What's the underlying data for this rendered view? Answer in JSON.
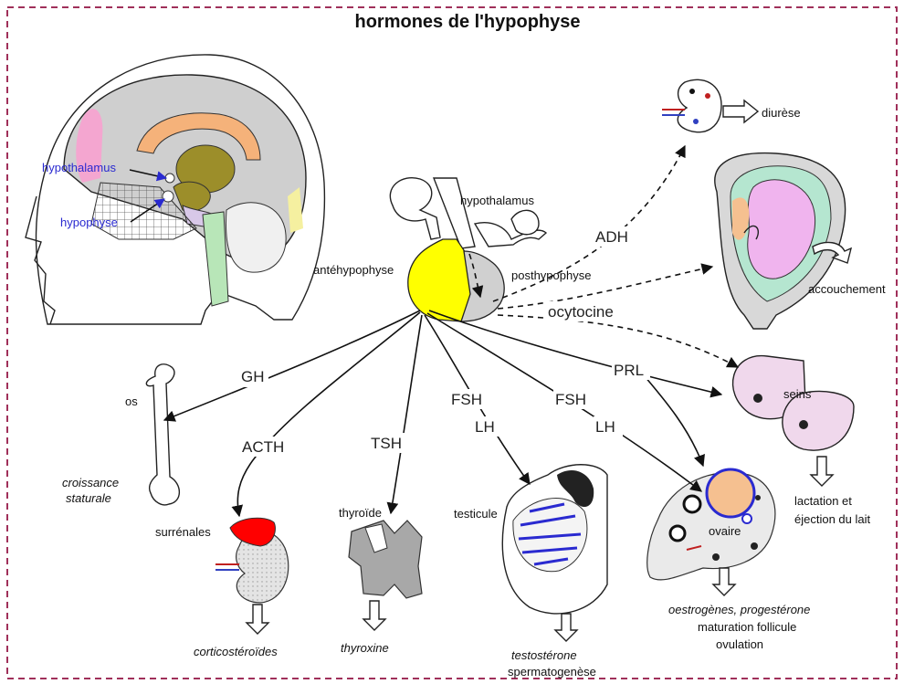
{
  "title": "hormones de l'hypophyse",
  "brain": {
    "hypothalamus": "hypothalamus",
    "hypophyse": "hypophyse"
  },
  "gland": {
    "hypothalamus": "hypothalamus",
    "antehypophyse": "antéhypophyse",
    "posthypophyse": "posthypophyse"
  },
  "hormones": {
    "adh": "ADH",
    "ocytocine": "ocytocine",
    "gh": "GH",
    "acth": "ACTH",
    "tsh": "TSH",
    "fsh1": "FSH",
    "lh1": "LH",
    "fsh2": "FSH",
    "lh2": "LH",
    "prl": "PRL"
  },
  "targets": {
    "diurese": "diurèse",
    "accouchement": "accouchement",
    "seins": "seins",
    "lactation_1": "lactation et",
    "lactation_2": "éjection du lait",
    "os": "os",
    "croissance_1": "croissance",
    "croissance_2": "staturale",
    "surrenales": "surrénales",
    "corticosteroides": "corticostéroïdes",
    "thyroide": "thyroïde",
    "thyroxine": "thyroxine",
    "testicule": "testicule",
    "testosterone": "testostérone",
    "spermatogenese": "spermatogenèse",
    "ovaire": "ovaire",
    "oestrogenes": "oestrogènes, progestérone",
    "maturation": "maturation follicule",
    "ovulation": "ovulation"
  },
  "colors": {
    "frame": "#a0305a",
    "antehypophyse": "#ffff00",
    "posthypophyse": "#d0d0d0",
    "adrenal": "#ff0000",
    "label_blue": "#2a2ad0"
  }
}
